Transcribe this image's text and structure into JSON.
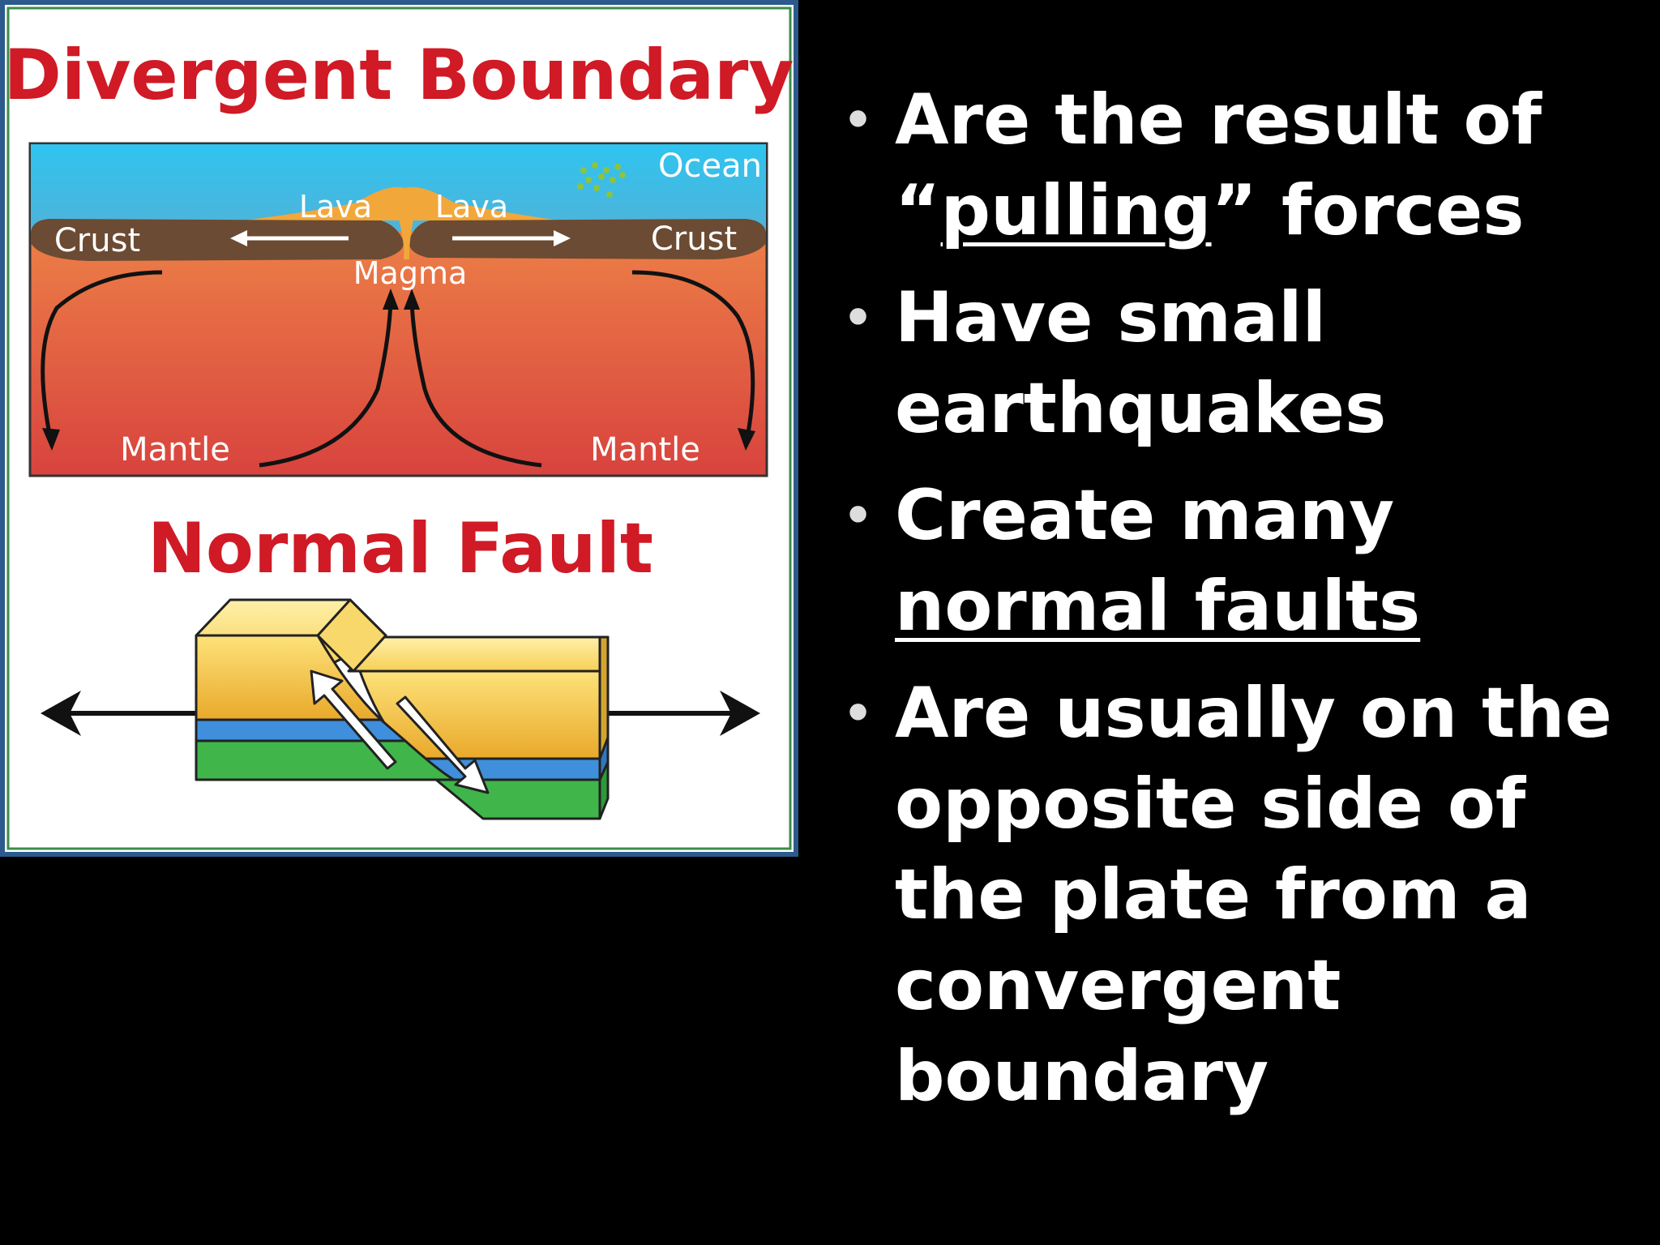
{
  "diagram": {
    "top_title": "Divergent Boundary",
    "labels": {
      "ocean": "Ocean",
      "lava_left": "Lava",
      "lava_right": "Lava",
      "crust_left": "Crust",
      "crust_right": "Crust",
      "magma": "Magma",
      "mantle_left": "Mantle",
      "mantle_right": "Mantle"
    },
    "bottom_title": "Normal Fault",
    "colors": {
      "title": "#d01a25",
      "ocean": "#35c2ec",
      "crust": "#6b4b33",
      "lava": "#f2a73a",
      "mantle_top": "#f08a3c",
      "mantle_bottom": "#d8433e",
      "block_yellow": "#f5c640",
      "layer_blue": "#3f8fdc",
      "layer_green": "#3fb54a",
      "frame": "#2c5a8c"
    }
  },
  "bullets": [
    {
      "pre": "Are the result of “",
      "u": "pulling",
      "post": "” forces"
    },
    {
      "pre": "Have small earthquakes",
      "u": "",
      "post": ""
    },
    {
      "pre": "Create many ",
      "u": "normal faults",
      "post": ""
    },
    {
      "pre": "Are usually on the opposite side of the plate from a convergent boundary",
      "u": "",
      "post": ""
    }
  ]
}
